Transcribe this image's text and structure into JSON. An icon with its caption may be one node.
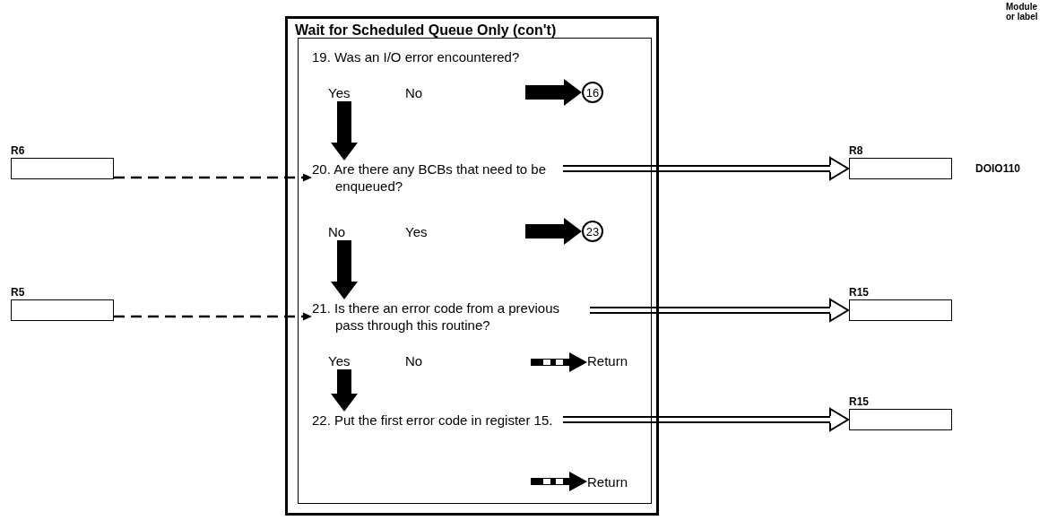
{
  "diagram": {
    "nodes": [
      {
        "text": [
          "Wait for Scheduled Queue Only (con't)"
        ]
      },
      {
        "text": [
          "19. Was an I/O error encountered?"
        ],
        "in": 0
      },
      {
        "text": [
          "Yes"
        ],
        "in": 0
      },
      {
        "text": [
          "No"
        ],
        "in": 0
      },
      {
        "text": [
          "16"
        ],
        "in": 0
      },
      {
        "text": [
          "20. Are there any BCBs that need to be enqueued?"
        ],
        "in": 0
      },
      {
        "text": [
          "No"
        ],
        "in": 0
      },
      {
        "text": [
          "Yes"
        ],
        "in": 0
      },
      {
        "text": [
          "23"
        ],
        "in": 0
      },
      {
        "text": [
          "21. Is there an error code from a previous pass through this routine?"
        ],
        "in": 0
      },
      {
        "text": [
          "Yes"
        ],
        "in": 0
      },
      {
        "text": [
          "No"
        ],
        "in": 0
      },
      {
        "text": [
          "Return"
        ],
        "in": 0
      },
      {
        "text": [
          "22. Put the first error code in register 15."
        ],
        "in": 0
      },
      {
        "text": [
          "Return"
        ],
        "in": 0
      },
      {
        "text": [],
        "shape": "box",
        "beside": [
          "R6"
        ]
      },
      {
        "text": [],
        "shape": "box",
        "beside": [
          "R8",
          "DOIO110"
        ]
      },
      {
        "text": [],
        "shape": "box",
        "beside": [
          "R5"
        ]
      },
      {
        "text": [],
        "shape": "box",
        "beside": [
          "R15"
        ]
      },
      {
        "text": [],
        "shape": "box",
        "beside": [
          "R15"
        ]
      }
    ],
    "edges": [
      {
        "from": 2,
        "to": 5,
        "arrow": "to",
        "style": "thick"
      },
      {
        "from": null,
        "to": 4,
        "arrow": "to",
        "style": "thick"
      },
      {
        "from": 6,
        "to": 9,
        "arrow": "to",
        "style": "thick"
      },
      {
        "from": null,
        "to": 8,
        "arrow": "to",
        "style": "thick"
      },
      {
        "from": 10,
        "to": 13,
        "arrow": "to",
        "style": "thick"
      },
      {
        "from": null,
        "to": 12,
        "arrow": "to",
        "style": "dashed"
      },
      {
        "from": null,
        "to": 14,
        "arrow": "to",
        "style": "dashed"
      },
      {
        "from": 15,
        "to": 5,
        "arrow": "to",
        "style": "dashed"
      },
      {
        "from": 17,
        "to": 9,
        "arrow": "to",
        "style": "dashed"
      },
      {
        "from": 5,
        "to": 16,
        "arrow": "to"
      },
      {
        "from": 9,
        "to": 18,
        "arrow": "to"
      },
      {
        "from": 13,
        "to": 19,
        "arrow": "to"
      }
    ],
    "labels": [
      "Module or label"
    ]
  }
}
